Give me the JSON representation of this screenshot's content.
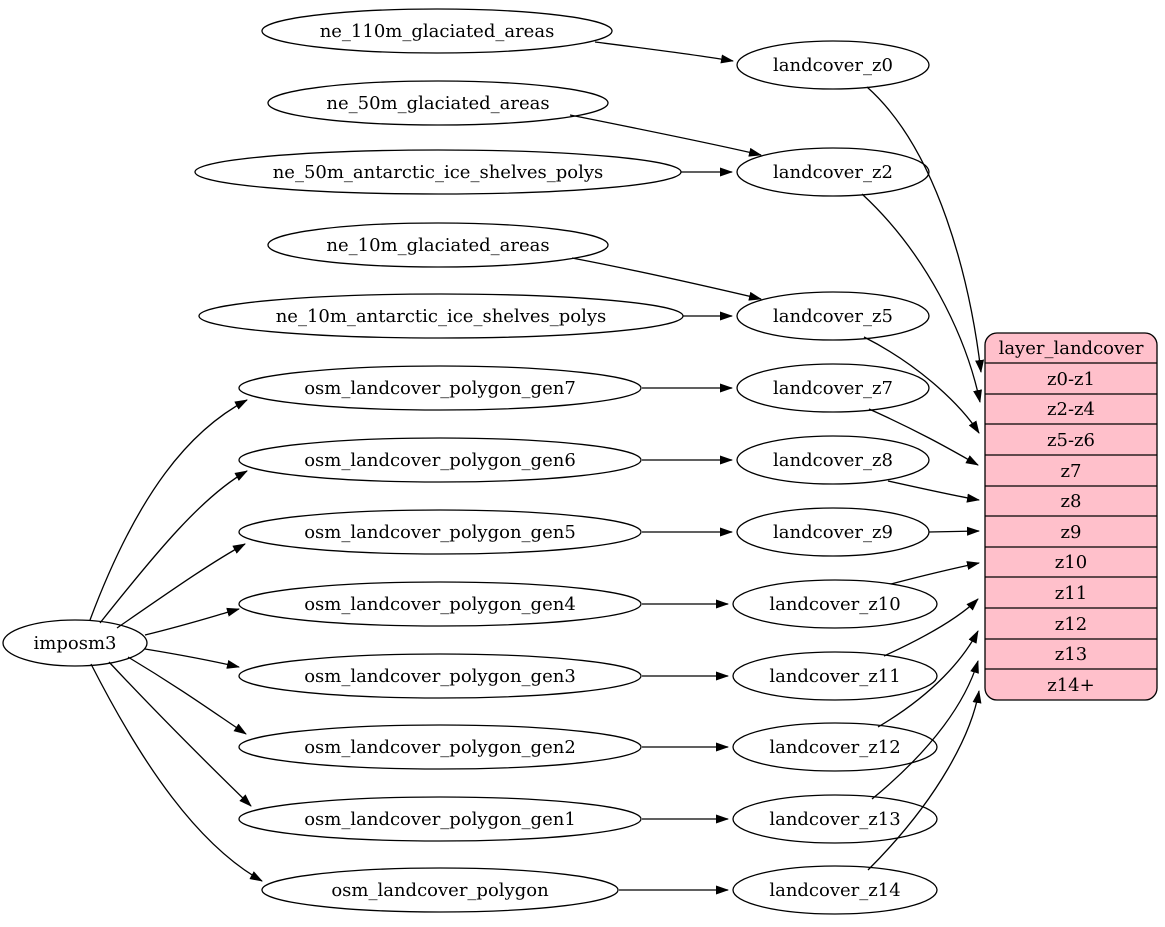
{
  "colors": {
    "background": "#ffffff",
    "node_fill": "#ffffff",
    "stroke": "#000000",
    "text": "#000000",
    "table_fill": "#ffc0cb"
  },
  "root_node": {
    "label": "imposm3"
  },
  "source_nodes": [
    "ne_110m_glaciated_areas",
    "ne_50m_glaciated_areas",
    "ne_50m_antarctic_ice_shelves_polys",
    "ne_10m_glaciated_areas",
    "ne_10m_antarctic_ice_shelves_polys",
    "osm_landcover_polygon_gen7",
    "osm_landcover_polygon_gen6",
    "osm_landcover_polygon_gen5",
    "osm_landcover_polygon_gen4",
    "osm_landcover_polygon_gen3",
    "osm_landcover_polygon_gen2",
    "osm_landcover_polygon_gen1",
    "osm_landcover_polygon"
  ],
  "generalized_nodes": [
    "landcover_z0",
    "landcover_z2",
    "landcover_z5",
    "landcover_z7",
    "landcover_z8",
    "landcover_z9",
    "landcover_z10",
    "landcover_z11",
    "landcover_z12",
    "landcover_z13",
    "landcover_z14"
  ],
  "layer_table": {
    "title": "layer_landcover",
    "rows": [
      "z0-z1",
      "z2-z4",
      "z5-z6",
      "z7",
      "z8",
      "z9",
      "z10",
      "z11",
      "z12",
      "z13",
      "z14+"
    ]
  },
  "edges": [
    {
      "from": "imposm3",
      "to": "osm_landcover_polygon_gen7"
    },
    {
      "from": "imposm3",
      "to": "osm_landcover_polygon_gen6"
    },
    {
      "from": "imposm3",
      "to": "osm_landcover_polygon_gen5"
    },
    {
      "from": "imposm3",
      "to": "osm_landcover_polygon_gen4"
    },
    {
      "from": "imposm3",
      "to": "osm_landcover_polygon_gen3"
    },
    {
      "from": "imposm3",
      "to": "osm_landcover_polygon_gen2"
    },
    {
      "from": "imposm3",
      "to": "osm_landcover_polygon_gen1"
    },
    {
      "from": "imposm3",
      "to": "osm_landcover_polygon"
    },
    {
      "from": "ne_110m_glaciated_areas",
      "to": "landcover_z0"
    },
    {
      "from": "ne_50m_glaciated_areas",
      "to": "landcover_z2"
    },
    {
      "from": "ne_50m_antarctic_ice_shelves_polys",
      "to": "landcover_z2"
    },
    {
      "from": "ne_10m_glaciated_areas",
      "to": "landcover_z5"
    },
    {
      "from": "ne_10m_antarctic_ice_shelves_polys",
      "to": "landcover_z5"
    },
    {
      "from": "osm_landcover_polygon_gen7",
      "to": "landcover_z7"
    },
    {
      "from": "osm_landcover_polygon_gen6",
      "to": "landcover_z8"
    },
    {
      "from": "osm_landcover_polygon_gen5",
      "to": "landcover_z9"
    },
    {
      "from": "osm_landcover_polygon_gen4",
      "to": "landcover_z10"
    },
    {
      "from": "osm_landcover_polygon_gen3",
      "to": "landcover_z11"
    },
    {
      "from": "osm_landcover_polygon_gen2",
      "to": "landcover_z12"
    },
    {
      "from": "osm_landcover_polygon_gen1",
      "to": "landcover_z13"
    },
    {
      "from": "osm_landcover_polygon",
      "to": "landcover_z14"
    },
    {
      "from": "landcover_z0",
      "to": "layer_landcover.z0-z1"
    },
    {
      "from": "landcover_z2",
      "to": "layer_landcover.z2-z4"
    },
    {
      "from": "landcover_z5",
      "to": "layer_landcover.z5-z6"
    },
    {
      "from": "landcover_z7",
      "to": "layer_landcover.z7"
    },
    {
      "from": "landcover_z8",
      "to": "layer_landcover.z8"
    },
    {
      "from": "landcover_z9",
      "to": "layer_landcover.z9"
    },
    {
      "from": "landcover_z10",
      "to": "layer_landcover.z10"
    },
    {
      "from": "landcover_z11",
      "to": "layer_landcover.z11"
    },
    {
      "from": "landcover_z12",
      "to": "layer_landcover.z12"
    },
    {
      "from": "landcover_z13",
      "to": "layer_landcover.z13"
    },
    {
      "from": "landcover_z14",
      "to": "layer_landcover.z14+"
    }
  ]
}
